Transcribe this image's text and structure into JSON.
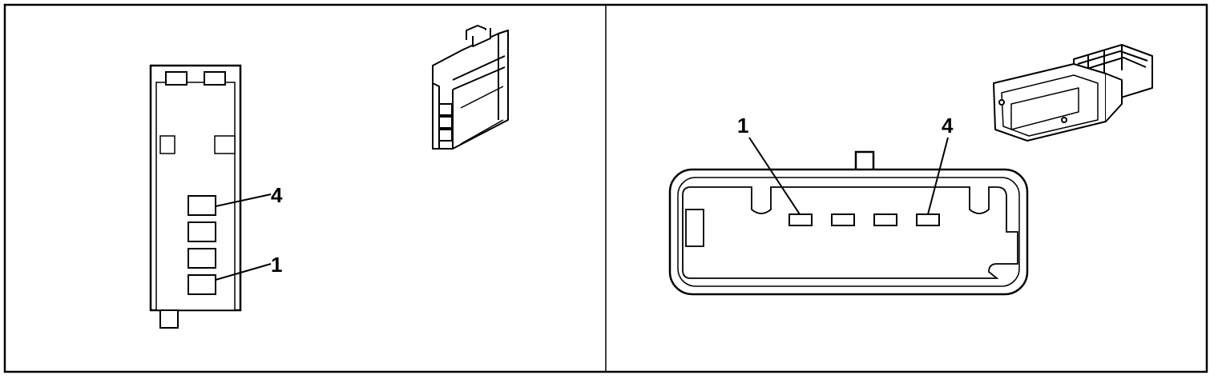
{
  "left_panel": {
    "pin_labels": {
      "top": "4",
      "bottom": "1"
    }
  },
  "right_panel": {
    "pin_labels": {
      "left": "1",
      "right": "4"
    }
  },
  "colors": {
    "stroke": "#000000",
    "background": "#ffffff"
  }
}
